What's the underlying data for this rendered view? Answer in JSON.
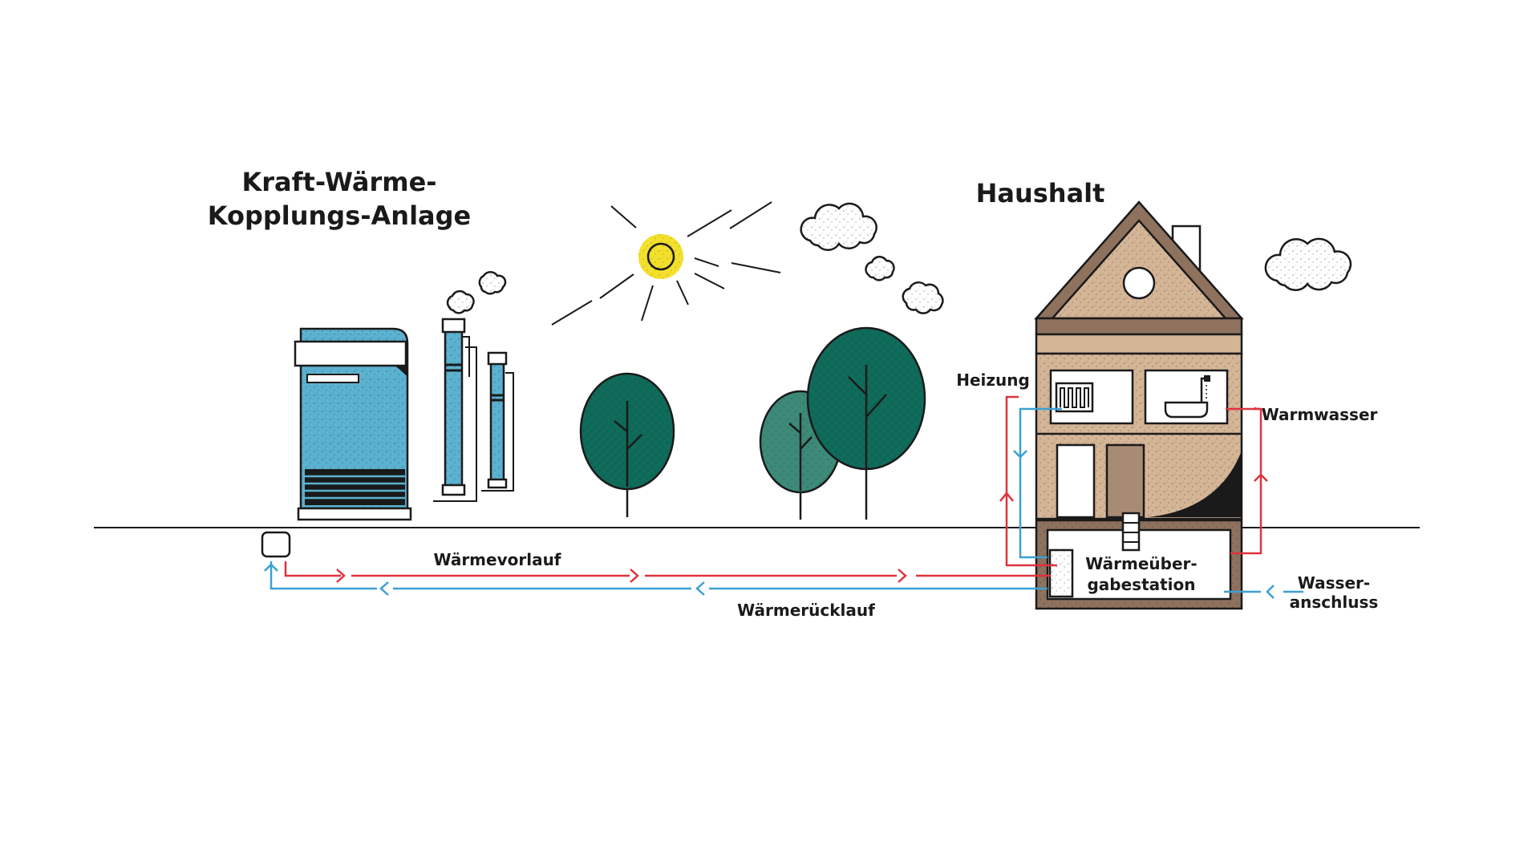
{
  "titles": {
    "plant_line1": "Kraft-Wärme-",
    "plant_line2": "Kopplungs-Anlage",
    "household": "Haushalt"
  },
  "labels": {
    "supply": "Wärmevorlauf",
    "return": "Wärmerücklauf",
    "heating": "Heizung",
    "hot_water": "Warmwasser",
    "station_line1": "Wärmeüber-",
    "station_line2": "gabestation",
    "water_line1": "Wasser-",
    "water_line2": "anschluss"
  },
  "colors": {
    "supply": "#e0323c",
    "return": "#3ba0d2",
    "plant_blue": "#5bb1d0",
    "tree_dark": "#0f6b5a",
    "tree_light": "#3d8a79",
    "house": "#d4b596",
    "house_dark": "#8e725e",
    "sun": "#f3e02c",
    "ink": "#1a1a1a"
  }
}
